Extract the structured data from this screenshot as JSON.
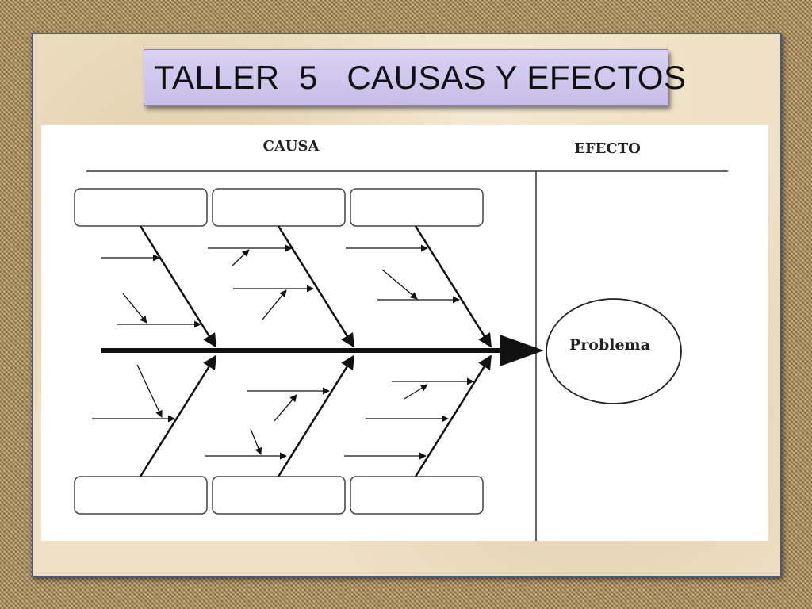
{
  "slide": {
    "title": "TALLER  5   CAUSAS Y EFECTOS"
  },
  "diagram": {
    "cause_header": "CAUSA",
    "effect_header": "EFECTO",
    "problem_label": "Problema",
    "cause_boxes_top": [
      "",
      "",
      ""
    ],
    "cause_boxes_bottom": [
      "",
      "",
      ""
    ]
  },
  "colors": {
    "title_box": "#d0c8ee",
    "frame_border": "#4a5a78",
    "line": "#111111"
  }
}
